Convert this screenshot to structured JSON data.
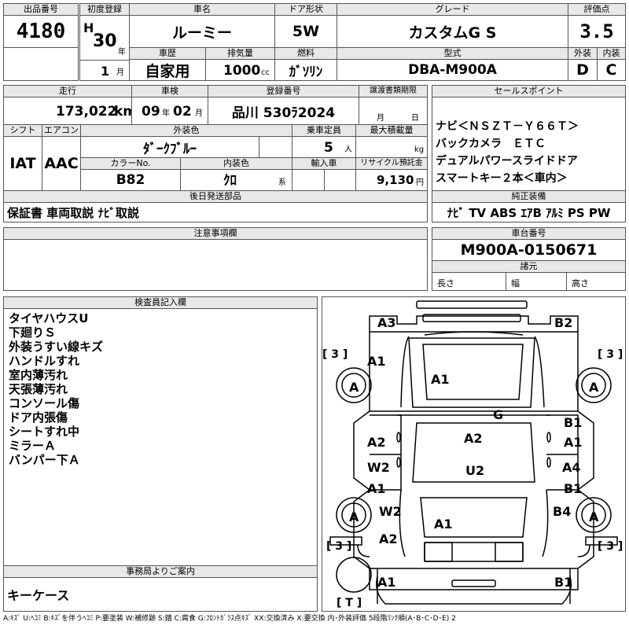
{
  "header": {
    "lot_label": "出品番号",
    "lot_value": "4180",
    "first_reg_label": "初度登録",
    "era": "H",
    "year": "30",
    "year_unit": "年",
    "month": "1",
    "month_unit": "月",
    "car_name_label": "車名",
    "car_name": "ルーミー",
    "door_label": "ドア形状",
    "door": "5W",
    "grade_label": "グレード",
    "grade": "カスタムG S",
    "rating_label": "評価点",
    "rating": "3.5",
    "history_label": "車歴",
    "history": "自家用",
    "displacement_label": "排気量",
    "displacement": "1000",
    "displacement_unit": "cc",
    "fuel_label": "燃料",
    "fuel": "ｶﾞｿﾘﾝ",
    "model_label": "型式",
    "model": "DBA-M900A",
    "exterior_label": "外装",
    "exterior": "D",
    "interior_label": "内装",
    "interior": "C"
  },
  "details": {
    "mileage_label": "走行",
    "mileage": "173,022",
    "mileage_unit": "km",
    "inspection_label": "車検",
    "insp_year": "09",
    "insp_year_unit": "年",
    "insp_month": "02",
    "insp_month_unit": "月",
    "plate_label": "登録番号",
    "plate": "品川 530ﾗ2024",
    "transfer_label": "譲渡書類期限",
    "transfer_month_unit": "月",
    "transfer_day_unit": "日",
    "shift_label": "シフト",
    "shift": "IAT",
    "ac_label": "エアコン",
    "ac": "AAC",
    "color_label": "外装色",
    "color": "ﾀﾞｰｸﾌﾞﾙｰ",
    "capacity_label": "乗車定員",
    "capacity": "5",
    "capacity_unit": "人",
    "load_label": "最大積載量",
    "load_unit": "kg",
    "color_no_label": "カラーNo.",
    "color_no": "B82",
    "int_color_label": "内装色",
    "int_color": "ｸﾛ",
    "int_color_unit": "系",
    "import_label": "輸入車",
    "recycle_label": "リサイクル預託金",
    "recycle": "9,130",
    "recycle_unit": "円",
    "later_parts_label": "後日発送部品",
    "later_parts": "保証書 車両取説 ﾅﾋﾞ取説"
  },
  "sales": {
    "label": "セールスポイント",
    "lines": [
      "ナビ＜ＮＳＺＴ－Ｙ６６Ｔ＞",
      "バックカメラ　ＥＴＣ",
      "デュアルパワースライドドア",
      "スマートキー２本＜車内＞"
    ],
    "equip_label": "純正装備",
    "equipment": "ﾅﾋﾞ TV ABS ｴｱB ｱﾙﾐ PS PW"
  },
  "notes": {
    "label": "注意事項欄"
  },
  "chassis": {
    "label": "車台番号",
    "value": "M900A-0150671",
    "specs_label": "諸元",
    "length_label": "長さ",
    "width_label": "幅",
    "height_label": "高さ"
  },
  "inspector": {
    "label": "検査員記入欄",
    "lines": [
      "タイヤハウスU",
      "下廻りＳ",
      "外装うすい線キズ",
      "ハンドルすれ",
      "室内薄汚れ",
      "天張薄汚れ",
      "コンソール傷",
      "ドア内張傷",
      "シートすれ中",
      "ミラーＡ",
      "バンパー下Ａ"
    ]
  },
  "office": {
    "label": "事務局よりご案内",
    "value": "キーケース"
  },
  "diagram": {
    "marks": [
      {
        "t": "A3"
      },
      {
        "t": "B2"
      },
      {
        "t": "A1"
      },
      {
        "t": "A1"
      },
      {
        "t": "G"
      },
      {
        "t": "A2"
      },
      {
        "t": "B1"
      },
      {
        "t": "A2"
      },
      {
        "t": "A1"
      },
      {
        "t": "W2"
      },
      {
        "t": "U2"
      },
      {
        "t": "A4"
      },
      {
        "t": "A1"
      },
      {
        "t": "B1"
      },
      {
        "t": "W2"
      },
      {
        "t": "B4"
      },
      {
        "t": "A1"
      },
      {
        "t": "A2"
      },
      {
        "t": "A1"
      },
      {
        "t": "B1"
      }
    ],
    "tires": [
      "A",
      "A",
      "A",
      "A"
    ],
    "tire_depths": [
      "[ 3 ]",
      "[ 3 ]",
      "[ 3 ]",
      "[ 3 ]",
      "[ T ]"
    ]
  },
  "legend": "A:ｷｽﾞ U:ﾍｺﾐ B:ｷｽﾞを伴うﾍｺﾐ P:要塗装 W:補修跡 S:錆 C:腐食 G:ﾌﾛﾝﾄｶﾞﾗｽ点ｷｽﾞ XX:交換済み X:要交換 内･外装評価 5段階ﾗﾝｸ順(A･B･C･D･E) 2"
}
